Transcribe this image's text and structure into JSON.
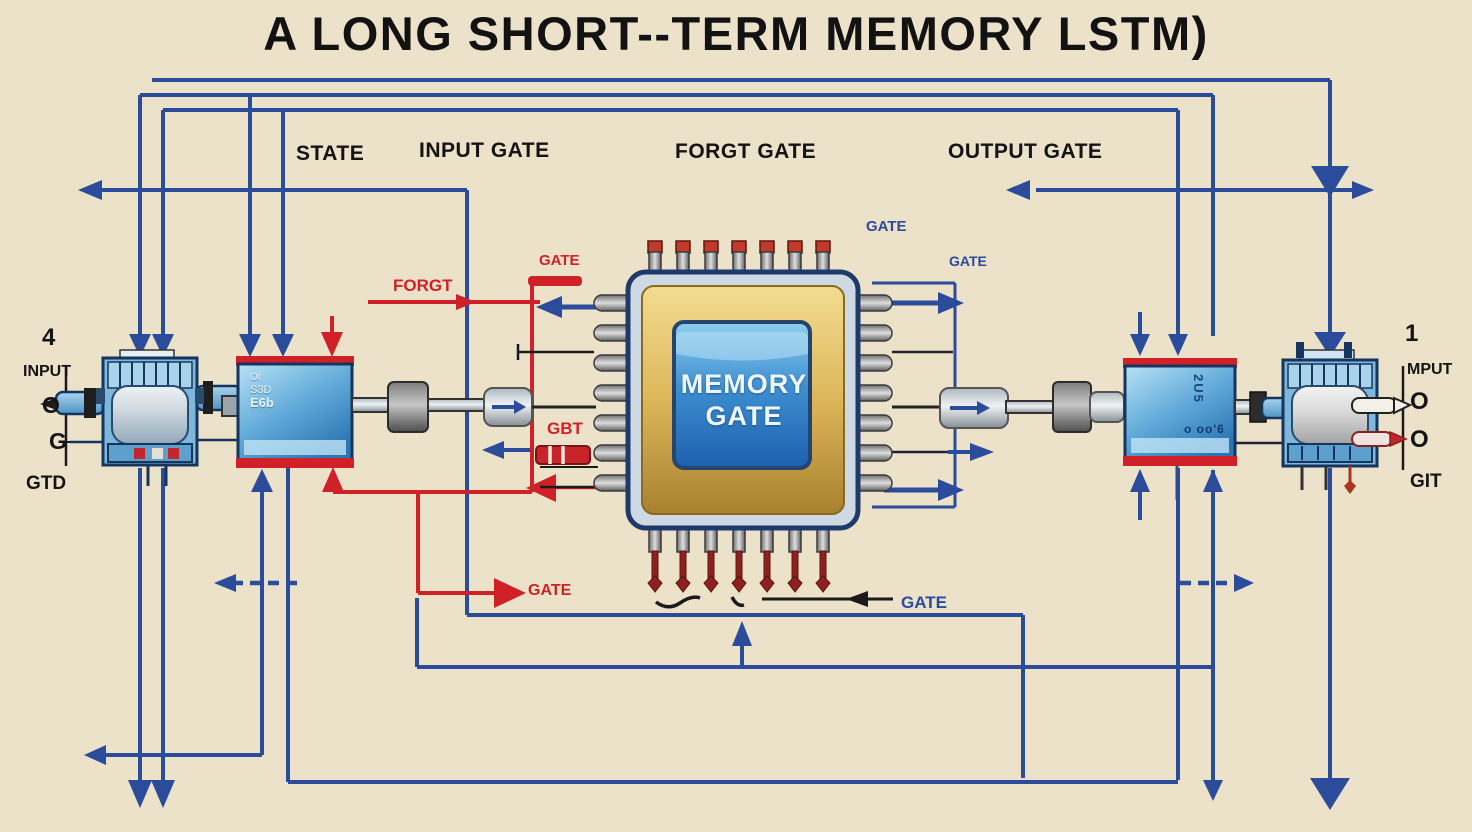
{
  "title": "A LONG SHORT--TERM MEMORY LSTM)",
  "section_labels": {
    "state": "STATE",
    "input_gate": "INPUT GATE",
    "forget_gate": "FORGT GATE",
    "output_gate": "OUTPUT GATE"
  },
  "chip": {
    "label_line1": "MEMORY",
    "label_line2": "GATE"
  },
  "wire_labels": {
    "forgt_red": "FORGT",
    "gate_red_top": "GATE",
    "gbt_red": "GBT",
    "gate_red_bottom": "GATE",
    "gate_blue_top": "GATE",
    "gate_blue_right": "GATE",
    "gate_blue_bottom": "GATE"
  },
  "left_terminal": {
    "index": "4",
    "label": "INPUT",
    "pin_top": "O",
    "pin_bottom": "G",
    "footer": "GTD"
  },
  "right_terminal": {
    "index": "1",
    "label": "MPUT",
    "pin_top": "O",
    "pin_bottom": "O",
    "footer": "GIT"
  },
  "memory_cell_text": {
    "line1": "Ot",
    "line2": "S3D",
    "line3": "E6b"
  },
  "output_cell_text": {
    "vertical": "2U5",
    "bottom": "o oo'6"
  },
  "colors": {
    "background": "#ece1c9",
    "wire_blue": "#2b4b9b",
    "wire_red": "#cf2127",
    "chip_gold": "#ddb65a",
    "screen_blue": "#2e7fc0",
    "text_black": "#141414"
  }
}
